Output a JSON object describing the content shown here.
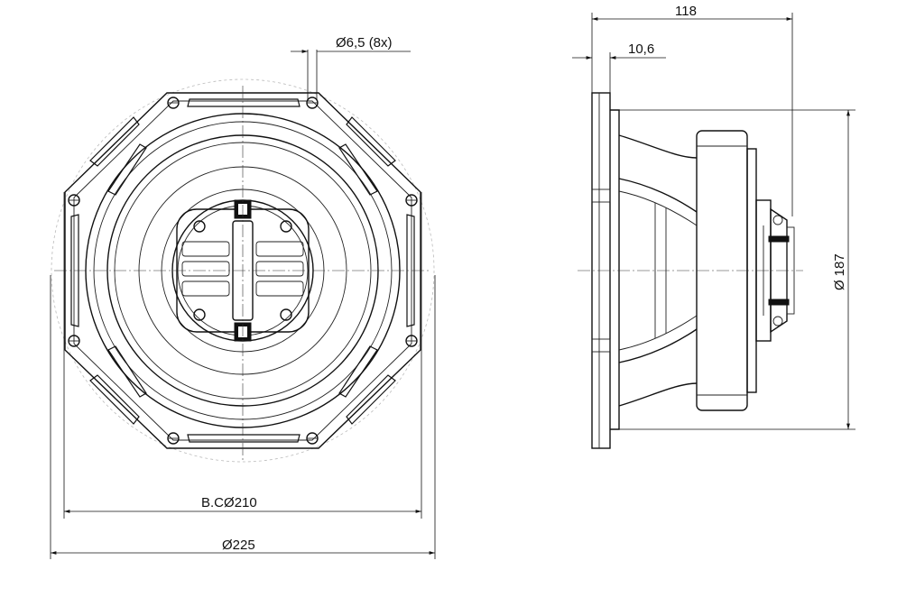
{
  "dimensions": {
    "bolt_hole": "6,5 (8x)",
    "bolt_circle_prefix": "B.C",
    "bolt_circle": "210",
    "outer_diameter": "225",
    "depth": "118",
    "flange_thickness": "10,6",
    "cutout_diameter": "187"
  },
  "symbols": {
    "diameter": "Ø"
  }
}
